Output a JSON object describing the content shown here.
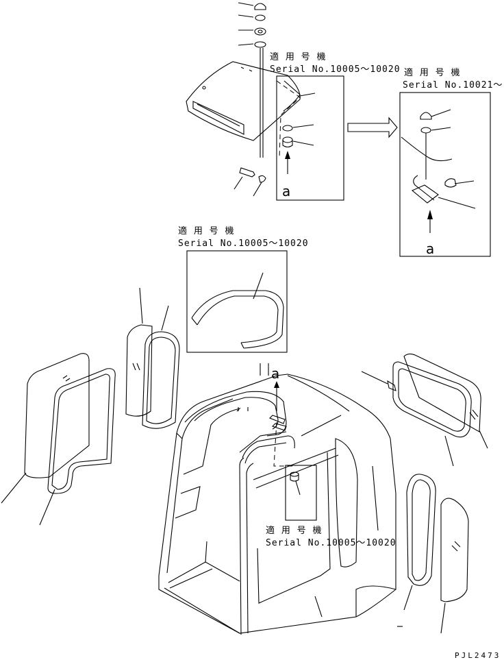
{
  "callouts": [
    {
      "jp": "適 用 号 機",
      "serial": "Serial No.10005～10020"
    },
    {
      "jp": "適 用 号 機",
      "serial": "Serial No.10021～"
    },
    {
      "jp": "適 用 号 機",
      "serial": "Serial No.10005～10020"
    },
    {
      "jp": "適 用 号 機",
      "serial": "Serial No.10005～10020"
    }
  ],
  "view_marker": "a",
  "drawing_code": "PJL2473"
}
